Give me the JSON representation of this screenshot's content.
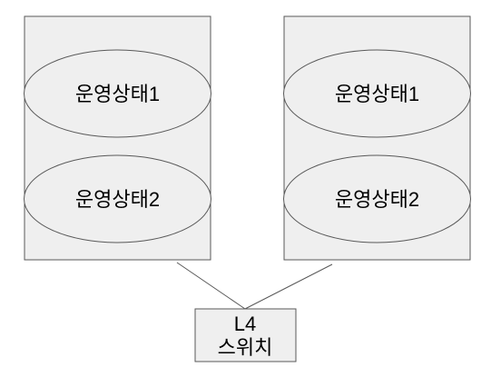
{
  "servers": [
    {
      "states": [
        "운영상태1",
        "운영상태2"
      ]
    },
    {
      "states": [
        "운영상태1",
        "운영상태2"
      ]
    }
  ],
  "switch": {
    "line1": "L4",
    "line2": "스위치"
  },
  "colors": {
    "box_fill": "#efefef",
    "stroke": "#595959",
    "text": "#000000"
  }
}
